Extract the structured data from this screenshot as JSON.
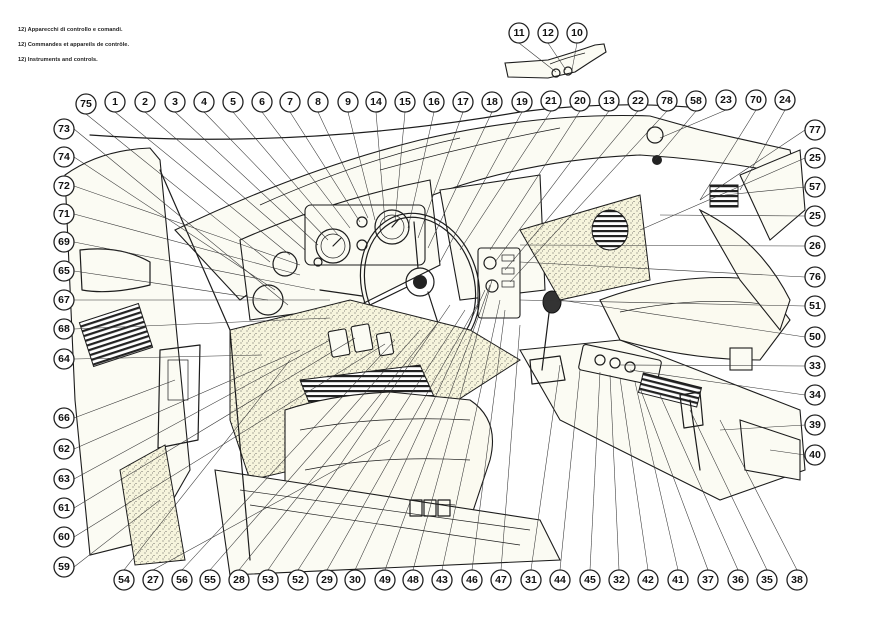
{
  "captions": [
    "12) Apparecchi di controllo e comandi.",
    "12) Commandes et appareils de contrôle.",
    "12) Instruments and controls."
  ],
  "callouts": {
    "c10": "10",
    "c11": "11",
    "c12": "12",
    "c75": "75",
    "c1": "1",
    "c2": "2",
    "c3": "3",
    "c4": "4",
    "c5": "5",
    "c6": "6",
    "c7": "7",
    "c8": "8",
    "c9": "9",
    "c14": "14",
    "c15": "15",
    "c16": "16",
    "c17": "17",
    "c18": "18",
    "c19": "19",
    "c21": "21",
    "c20": "20",
    "c13": "13",
    "c22": "22",
    "c78": "78",
    "c58": "58",
    "c23": "23",
    "c70": "70",
    "c24": "24",
    "c73": "73",
    "c74": "74",
    "c72": "72",
    "c71": "71",
    "c69": "69",
    "c65": "65",
    "c67": "67",
    "c68": "68",
    "c64": "64",
    "c66": "66",
    "c62": "62",
    "c63": "63",
    "c61": "61",
    "c60": "60",
    "c59": "59",
    "c77": "77",
    "c25a": "25",
    "c57": "57",
    "c25b": "25",
    "c26": "26",
    "c76": "76",
    "c51": "51",
    "c50": "50",
    "c33": "33",
    "c34": "34",
    "c39": "39",
    "c40": "40",
    "c54": "54",
    "c27": "27",
    "c56": "56",
    "c55": "55",
    "c28": "28",
    "c53": "53",
    "c52": "52",
    "c29": "29",
    "c30": "30",
    "c49": "49",
    "c48": "48",
    "c43": "43",
    "c46": "46",
    "c47": "47",
    "c31": "31",
    "c44": "44",
    "c45": "45",
    "c32": "32",
    "c42": "42",
    "c41": "41",
    "c37": "37",
    "c36": "36",
    "c35": "35",
    "c38": "38"
  }
}
